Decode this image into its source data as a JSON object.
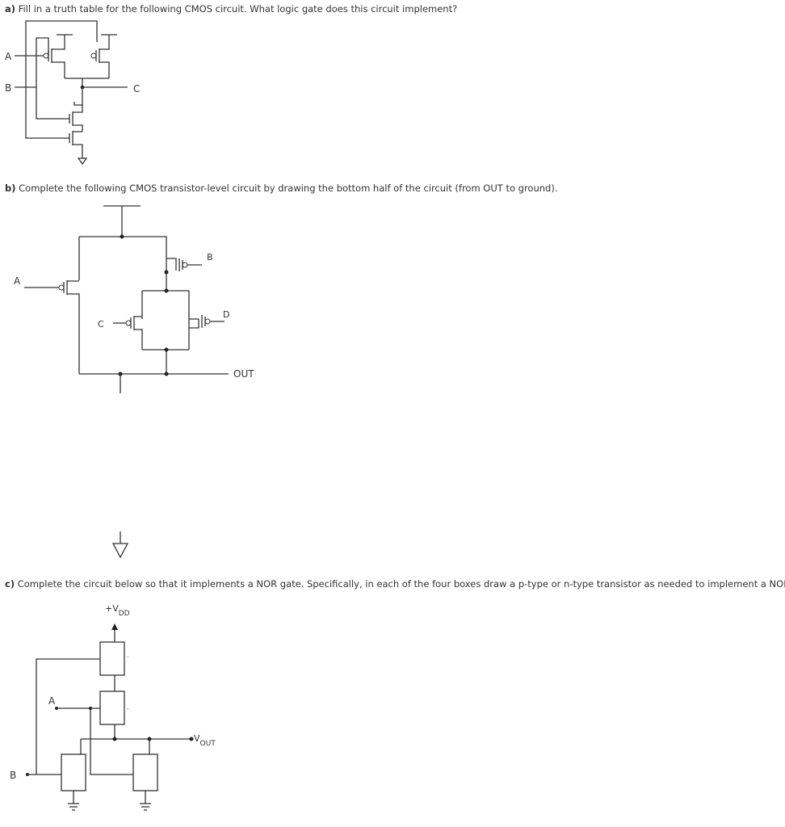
{
  "part_a": {
    "label": "a)",
    "text": "Fill in a truth table for the following CMOS circuit. What logic gate does this circuit implement?",
    "inputs": [
      "A",
      "B"
    ],
    "output": "C"
  },
  "part_b": {
    "label": "b)",
    "text": "Complete the following CMOS transistor-level circuit by drawing the bottom half of the circuit (from OUT to ground).",
    "inputs": [
      "A",
      "B",
      "C",
      "D"
    ],
    "output": "OUT"
  },
  "part_c": {
    "label": "c)",
    "text": "Complete the circuit below so that it implements a NOR gate. Specifically, in each of the four boxes draw a p-type or n-type transistor as needed to implement a NOR gate.",
    "vdd_prefix": "+V",
    "vdd_sub": "DD",
    "vout_prefix": "V",
    "vout_sub": "OUT",
    "inputs": [
      "A",
      "B"
    ]
  }
}
